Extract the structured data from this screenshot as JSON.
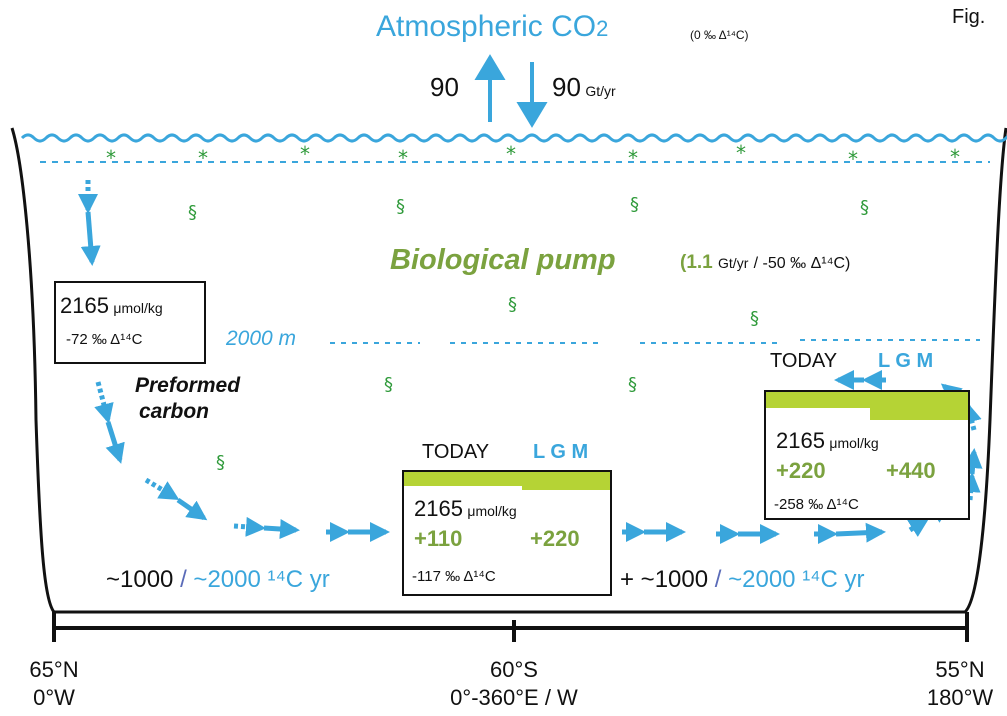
{
  "header": {
    "atmo_title": "Atmospheric CO",
    "atmo_subscript": "2",
    "atmo_note": "(0 ‰ Δ¹⁴C)",
    "fig_label": "Fig. ",
    "flux_left": "90",
    "flux_right": "90",
    "flux_unit": "Gt/yr"
  },
  "ocean": {
    "bio_pump_label": "Biological  pump",
    "bio_pump_value": "(1.1",
    "bio_pump_unit": "Gt/yr",
    "bio_pump_delta": "/ -50 ‰ Δ¹⁴C)",
    "depth_label": "2000 m",
    "preformed_label_1": "Preformed",
    "preformed_label_2": "carbon"
  },
  "boxes": {
    "north": {
      "conc": "2165",
      "unit": "μmol/kg",
      "delta": "-72 ‰ Δ¹⁴C"
    },
    "south": {
      "today": "TODAY",
      "lgm": "L G M",
      "conc": "2165",
      "unit": "μmol/kg",
      "today_add": "+110",
      "lgm_add": "+220",
      "delta": "-117 ‰ Δ¹⁴C"
    },
    "pacific": {
      "today": "TODAY",
      "lgm": "L G M",
      "conc": "2165",
      "unit": "μmol/kg",
      "today_add": "+220",
      "lgm_add": "+440",
      "delta": "-258 ‰ Δ¹⁴C"
    }
  },
  "ages": {
    "left_today": "~1000",
    "left_sep": "/",
    "left_lgm": "~2000",
    "left_unit": "¹⁴C yr",
    "right_plus": "+ ~1000",
    "right_sep": "/",
    "right_lgm": "~2000",
    "right_unit": "¹⁴C yr"
  },
  "axis": {
    "left_lat": "65°N",
    "left_lon": "0°W",
    "mid_lat": "60°S",
    "mid_lon": "0°-360°E / W",
    "right_lat": "55°N",
    "right_lon": "180°W"
  },
  "colors": {
    "ocean_blue": "#3aa6dc",
    "bio_green": "#7ba23f",
    "box_fill": "#b5d335"
  }
}
